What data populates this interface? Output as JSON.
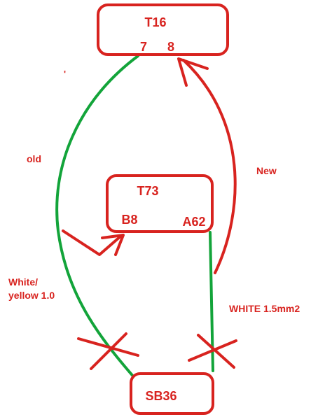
{
  "boxes": {
    "t16": {
      "name": "T16",
      "pin_left": "7",
      "pin_right": "8"
    },
    "t73": {
      "name": "T73",
      "pin_left": "B8",
      "pin_right": "A62"
    },
    "sb36": {
      "name": "SB36"
    }
  },
  "annotations": {
    "old": "old",
    "new": "New",
    "white_yellow_line1": "White/",
    "white_yellow_line2": "yellow 1.0",
    "white_15": "WHITE 1.5mm2",
    "tick": "'"
  },
  "colors": {
    "red": "#d8231f",
    "green": "#13a43a",
    "background": "#ffffff"
  }
}
